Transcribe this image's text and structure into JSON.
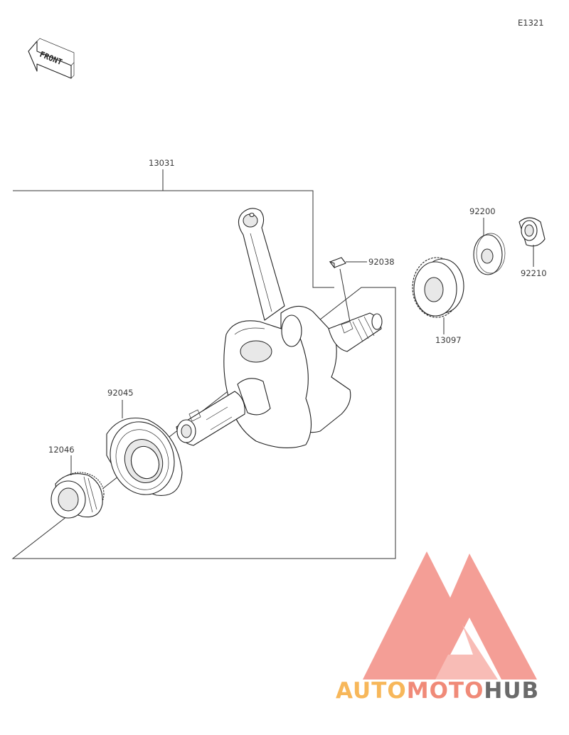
{
  "diagram": {
    "code": "E1321",
    "front_badge": "FRONT",
    "parts": {
      "crankshaft_assy": "13031",
      "key": "92038",
      "washer": "92200",
      "collar": "92210",
      "gear": "13097",
      "bearing": "92045",
      "sprocket": "12046"
    }
  },
  "watermark": {
    "text_a": "AUTO",
    "text_b": "MOTO",
    "text_c": "HUB",
    "color_primary": "#f07a6e",
    "color_secondary": "#f5a623",
    "color_dark": "#555555"
  }
}
